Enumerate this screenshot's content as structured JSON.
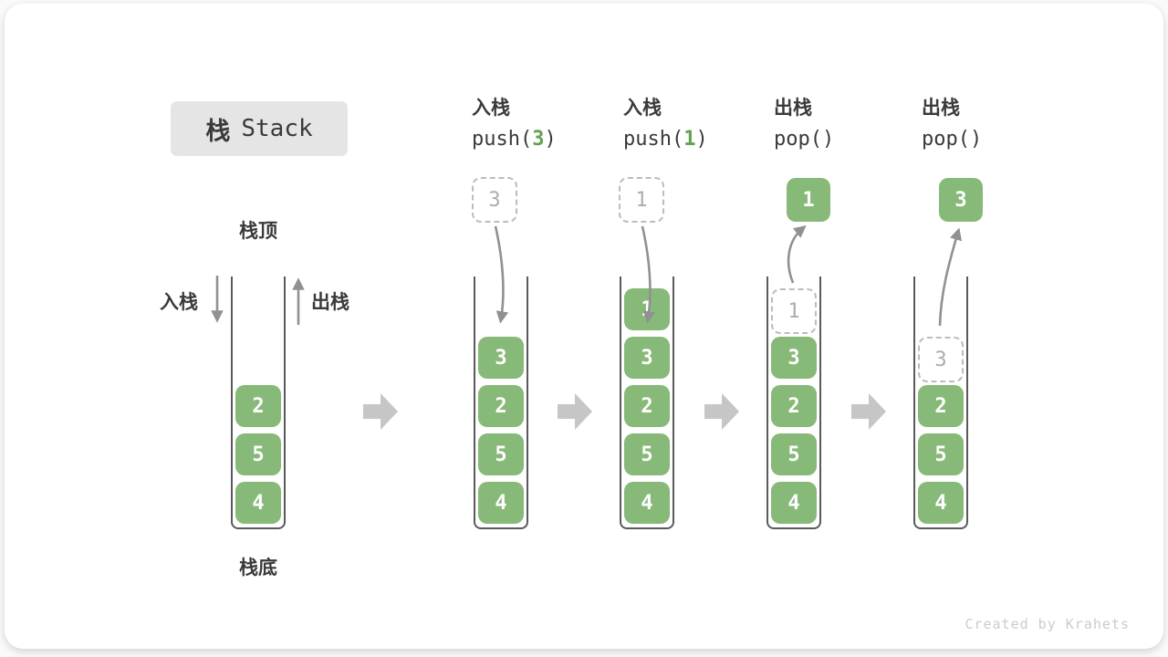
{
  "title": {
    "zh": "栈",
    "en": "Stack"
  },
  "annotations": {
    "stack_top": "栈顶",
    "stack_bottom": "栈底",
    "push_label": "入栈",
    "pop_label": "出栈"
  },
  "operations": [
    {
      "label": "入栈",
      "code_before": "push(",
      "code_value": "3",
      "code_after": ")"
    },
    {
      "label": "入栈",
      "code_before": "push(",
      "code_value": "1",
      "code_after": ")"
    },
    {
      "label": "出栈",
      "code_before": "pop(",
      "code_value": "",
      "code_after": ")"
    },
    {
      "label": "出栈",
      "code_before": "pop(",
      "code_value": "",
      "code_after": ")"
    }
  ],
  "stacks": [
    {
      "cells": [
        {
          "v": "2"
        },
        {
          "v": "5"
        },
        {
          "v": "4"
        }
      ]
    },
    {
      "floating": {
        "v": "3",
        "style": "dashed"
      },
      "cells": [
        {
          "v": "3"
        },
        {
          "v": "2"
        },
        {
          "v": "5"
        },
        {
          "v": "4"
        }
      ]
    },
    {
      "floating": {
        "v": "1",
        "style": "dashed"
      },
      "cells": [
        {
          "v": "1"
        },
        {
          "v": "3"
        },
        {
          "v": "2"
        },
        {
          "v": "5"
        },
        {
          "v": "4"
        }
      ]
    },
    {
      "floating": {
        "v": "1",
        "style": "solid"
      },
      "cells": [
        {
          "v": "1",
          "ghost": true
        },
        {
          "v": "3"
        },
        {
          "v": "2"
        },
        {
          "v": "5"
        },
        {
          "v": "4"
        }
      ]
    },
    {
      "floating": {
        "v": "3",
        "style": "solid"
      },
      "cells": [
        {
          "v": "3",
          "ghost": true
        },
        {
          "v": "2"
        },
        {
          "v": "5"
        },
        {
          "v": "4"
        }
      ]
    }
  ],
  "watermark": "Created by Krahets",
  "colors": {
    "green": "#87b978",
    "code_green": "#63a24e",
    "dark": "#3a3a3a",
    "wall": "#5a5a5a",
    "dash": "#bcbcbc",
    "ghost_text": "#acacac",
    "arrow": "#919191",
    "block_arrow": "#c6c6c6",
    "title_bg": "#e5e5e5",
    "watermark": "#cbcbcb"
  }
}
